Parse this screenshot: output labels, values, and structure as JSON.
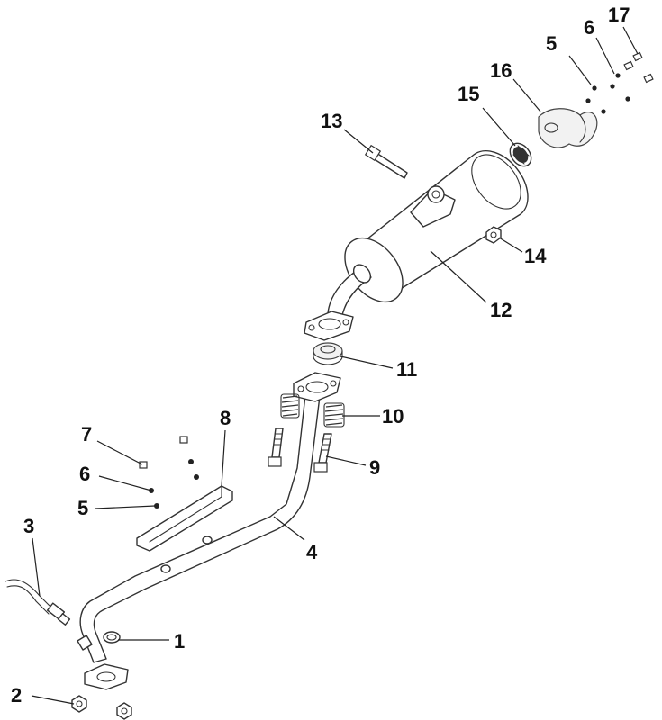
{
  "callouts": {
    "c1": "1",
    "c2": "2",
    "c3": "3",
    "c4": "4",
    "c5a": "5",
    "c5b": "5",
    "c6a": "6",
    "c6b": "6",
    "c7": "7",
    "c8": "8",
    "c9": "9",
    "c10": "10",
    "c11": "11",
    "c12": "12",
    "c13": "13",
    "c14": "14",
    "c15": "15",
    "c16": "16",
    "c17": "17"
  }
}
